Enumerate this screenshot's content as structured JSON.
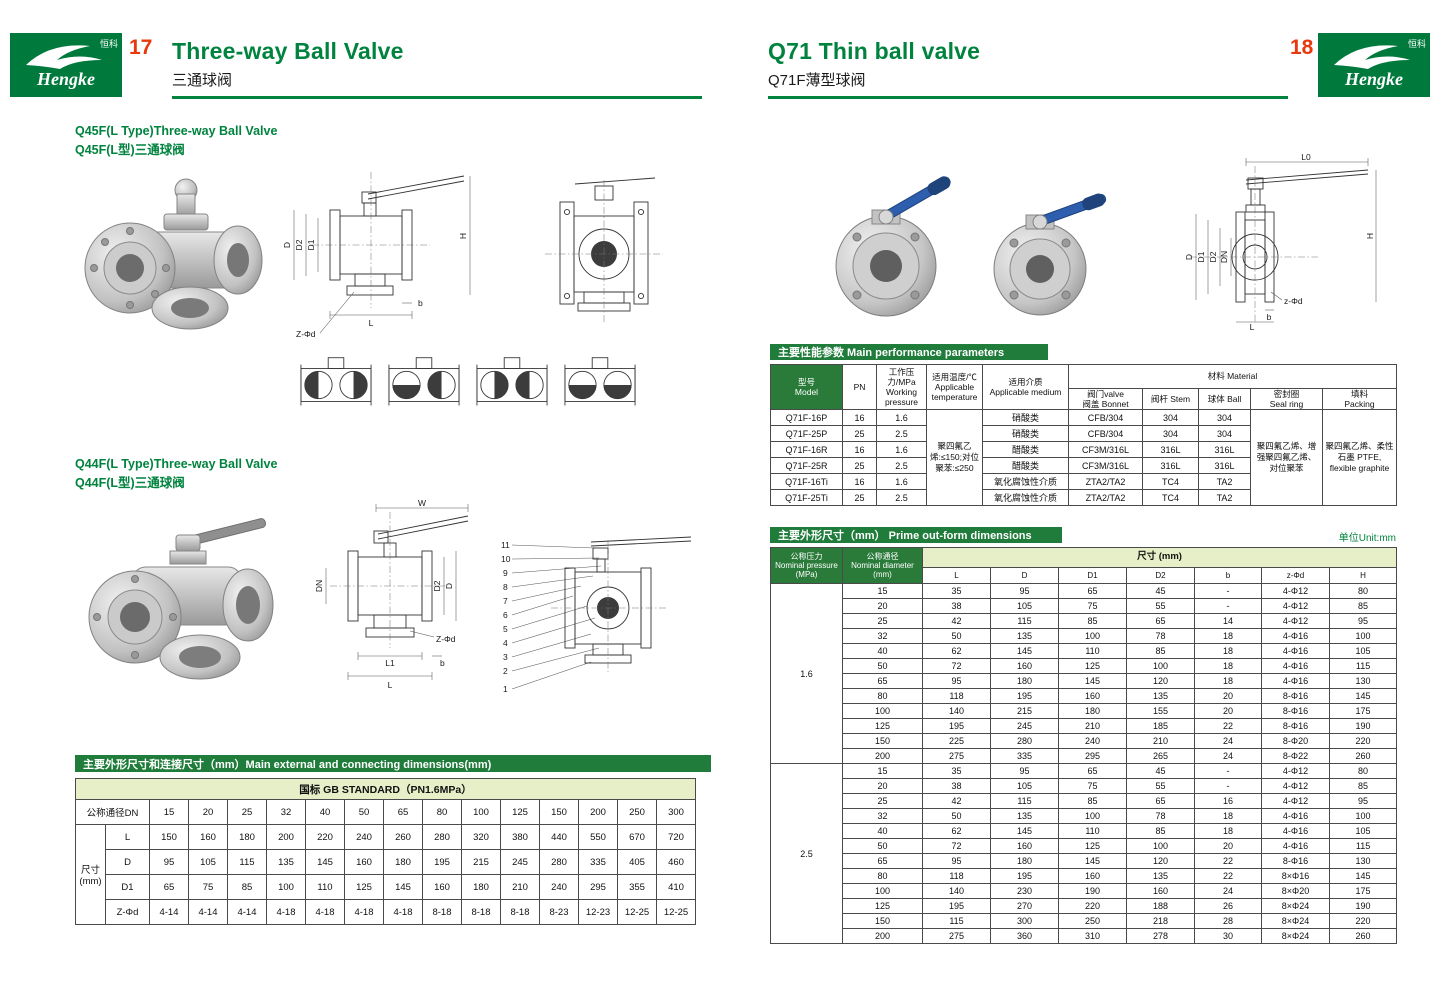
{
  "logo": {
    "zh": "恒科",
    "en": "Hengke"
  },
  "header": {
    "left": {
      "page_no": "17",
      "title_en": "Three-way Ball Valve",
      "title_zh": "三通球阀"
    },
    "right": {
      "page_no": "18",
      "title_en": "Q71 Thin ball valve",
      "title_zh": "Q71F薄型球阀"
    }
  },
  "left_page": {
    "section1": {
      "title_en": "Q45F(L Type)Three-way Ball Valve",
      "title_zh": "Q45F(L型)三通球阀"
    },
    "section2": {
      "title_en": "Q44F(L Type)Three-way Ball Valve",
      "title_zh": "Q44F(L型)三通球阀"
    },
    "dim_table": {
      "band": "主要外形尺寸和连接尺寸（mm）Main external and connecting dimensions(mm)",
      "standard_header": "国标 GB STANDARD（PN1.6MPa）",
      "dn_label": "公称通径DN",
      "size_label": "尺寸 (mm)",
      "dn": [
        "15",
        "20",
        "25",
        "32",
        "40",
        "50",
        "65",
        "80",
        "100",
        "125",
        "150",
        "200",
        "250",
        "300"
      ],
      "rows": [
        {
          "label": "L",
          "values": [
            "150",
            "160",
            "180",
            "200",
            "220",
            "240",
            "260",
            "280",
            "320",
            "380",
            "440",
            "550",
            "670",
            "720"
          ]
        },
        {
          "label": "D",
          "values": [
            "95",
            "105",
            "115",
            "135",
            "145",
            "160",
            "180",
            "195",
            "215",
            "245",
            "280",
            "335",
            "405",
            "460"
          ]
        },
        {
          "label": "D1",
          "values": [
            "65",
            "75",
            "85",
            "100",
            "110",
            "125",
            "145",
            "160",
            "180",
            "210",
            "240",
            "295",
            "355",
            "410"
          ]
        },
        {
          "label": "Z-Φd",
          "values": [
            "4-14",
            "4-14",
            "4-14",
            "4-18",
            "4-18",
            "4-18",
            "4-18",
            "8-18",
            "8-18",
            "8-18",
            "8-23",
            "12-23",
            "12-25",
            "12-25"
          ]
        }
      ]
    }
  },
  "right_page": {
    "performance": {
      "band": "主要性能参数  Main performance parameters",
      "headers": {
        "model_zh": "型号",
        "model_en": "Model",
        "pn": "PN",
        "pressure_zh": "工作压力/MPa",
        "pressure_en": "Working pressure",
        "temp_zh": "适用温度/℃",
        "temp_en": "Applicable temperature",
        "medium_zh": "适用介质",
        "medium_en": "Applicable medium",
        "material": "材料 Material",
        "bonnet_zh": "阀门valve",
        "bonnet_en": "阀盖 Bonnet",
        "stem": "阀杆 Stem",
        "ball": "球体 Ball",
        "seal_zh": "密封圈",
        "seal_en": "Seal ring",
        "packing_zh": "填料",
        "packing_en": "Packing"
      },
      "rows": [
        [
          "Q71F-16P",
          "16",
          "1.6",
          "硝酸类",
          "CFB/304",
          "304",
          "304"
        ],
        [
          "Q71F-25P",
          "25",
          "2.5",
          "硝酸类",
          "CFB/304",
          "304",
          "304"
        ],
        [
          "Q71F-16R",
          "16",
          "1.6",
          "醋酸类",
          "CF3M/316L",
          "316L",
          "316L"
        ],
        [
          "Q71F-25R",
          "25",
          "2.5",
          "醋酸类",
          "CF3M/316L",
          "316L",
          "316L"
        ],
        [
          "Q71F-16Ti",
          "16",
          "1.6",
          "氧化腐蚀性介质",
          "ZTA2/TA2",
          "TC4",
          "TA2"
        ],
        [
          "Q71F-25Ti",
          "25",
          "2.5",
          "氧化腐蚀性介质",
          "ZTA2/TA2",
          "TC4",
          "TA2"
        ]
      ],
      "merged": {
        "temperature": "聚四氟乙烯:≤150;对位聚苯:≤250",
        "seal_ring": "聚四氟乙烯、增强聚四氟乙烯、对位聚苯",
        "packing": "聚四氟乙烯、柔性石墨 PTFE, flexible graphite"
      }
    },
    "dims": {
      "band": "主要外形尺寸（mm） Prime out-form dimensions",
      "unit": "单位Unit:mm",
      "headers": {
        "pressure_zh": "公称压力",
        "pressure_en": "Nominal pressure",
        "pressure_unit": "(MPa)",
        "diameter_zh": "公称通径",
        "diameter_en": "Nominal diameter",
        "diameter_unit": "(mm)",
        "size": "尺寸 (mm)",
        "cols": [
          "L",
          "D",
          "D1",
          "D2",
          "b",
          "z-Φd",
          "H"
        ]
      },
      "groups": [
        {
          "pressure": "1.6",
          "rows": [
            [
              "15",
              "35",
              "95",
              "65",
              "45",
              "-",
              "4-Φ12",
              "80"
            ],
            [
              "20",
              "38",
              "105",
              "75",
              "55",
              "-",
              "4-Φ12",
              "85"
            ],
            [
              "25",
              "42",
              "115",
              "85",
              "65",
              "14",
              "4-Φ12",
              "95"
            ],
            [
              "32",
              "50",
              "135",
              "100",
              "78",
              "18",
              "4-Φ16",
              "100"
            ],
            [
              "40",
              "62",
              "145",
              "110",
              "85",
              "18",
              "4-Φ16",
              "105"
            ],
            [
              "50",
              "72",
              "160",
              "125",
              "100",
              "18",
              "4-Φ16",
              "115"
            ],
            [
              "65",
              "95",
              "180",
              "145",
              "120",
              "18",
              "4-Φ16",
              "130"
            ],
            [
              "80",
              "118",
              "195",
              "160",
              "135",
              "20",
              "8-Φ16",
              "145"
            ],
            [
              "100",
              "140",
              "215",
              "180",
              "155",
              "20",
              "8-Φ16",
              "175"
            ],
            [
              "125",
              "195",
              "245",
              "210",
              "185",
              "22",
              "8-Φ16",
              "190"
            ],
            [
              "150",
              "225",
              "280",
              "240",
              "210",
              "24",
              "8-Φ20",
              "220"
            ],
            [
              "200",
              "275",
              "335",
              "295",
              "265",
              "24",
              "8-Φ22",
              "260"
            ]
          ]
        },
        {
          "pressure": "2.5",
          "rows": [
            [
              "15",
              "35",
              "95",
              "65",
              "45",
              "-",
              "4-Φ12",
              "80"
            ],
            [
              "20",
              "38",
              "105",
              "75",
              "55",
              "-",
              "4-Φ12",
              "85"
            ],
            [
              "25",
              "42",
              "115",
              "85",
              "65",
              "16",
              "4-Φ12",
              "95"
            ],
            [
              "32",
              "50",
              "135",
              "100",
              "78",
              "18",
              "4-Φ16",
              "100"
            ],
            [
              "40",
              "62",
              "145",
              "110",
              "85",
              "18",
              "4-Φ16",
              "105"
            ],
            [
              "50",
              "72",
              "160",
              "125",
              "100",
              "20",
              "4-Φ16",
              "115"
            ],
            [
              "65",
              "95",
              "180",
              "145",
              "120",
              "22",
              "8-Φ16",
              "130"
            ],
            [
              "80",
              "118",
              "195",
              "160",
              "135",
              "22",
              "8×Φ16",
              "145"
            ],
            [
              "100",
              "140",
              "230",
              "190",
              "160",
              "24",
              "8×Φ20",
              "175"
            ],
            [
              "125",
              "195",
              "270",
              "220",
              "188",
              "26",
              "8×Φ24",
              "190"
            ],
            [
              "150",
              "115",
              "300",
              "250",
              "218",
              "28",
              "8×Φ24",
              "220"
            ],
            [
              "200",
              "275",
              "360",
              "310",
              "278",
              "30",
              "8×Φ24",
              "260"
            ]
          ]
        }
      ]
    }
  },
  "dim_labels": {
    "H": "H",
    "D": "D",
    "D1": "D1",
    "D2": "D2",
    "L": "L",
    "L1": "L1",
    "L0": "L0",
    "W": "W",
    "DN": "DN",
    "b": "b",
    "Z_d": "Z-Φd",
    "z_d": "z-Φd"
  },
  "part_numbers": [
    "11",
    "10",
    "9",
    "8",
    "7",
    "6",
    "5",
    "4",
    "3",
    "2",
    "1"
  ]
}
